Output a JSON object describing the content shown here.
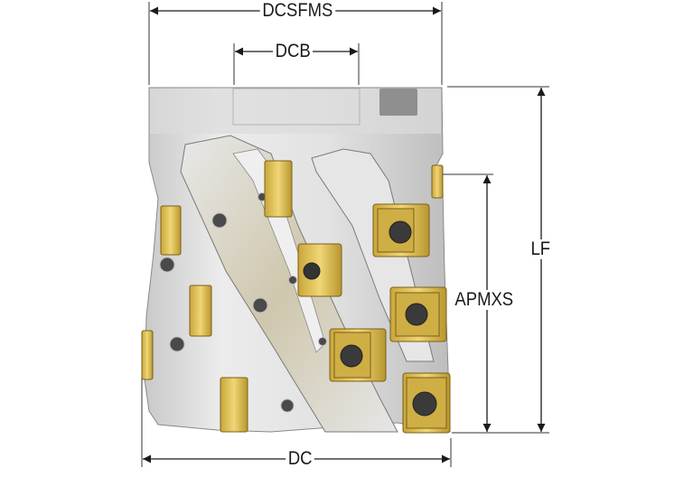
{
  "diagram": {
    "title": "Shoulder milling cutter dimensions",
    "dimensions": {
      "dcsfms": "DCSFMS",
      "dcb": "DCB",
      "lf": "LF",
      "apmxs": "APMXS",
      "dc": "DC"
    },
    "colors": {
      "body": "#d9d9d9",
      "body_shadow": "#9a9a9a",
      "insert": "#d9b94a",
      "insert_dark": "#a8862a",
      "screw": "#3a3a3a",
      "line": "#222222"
    }
  }
}
